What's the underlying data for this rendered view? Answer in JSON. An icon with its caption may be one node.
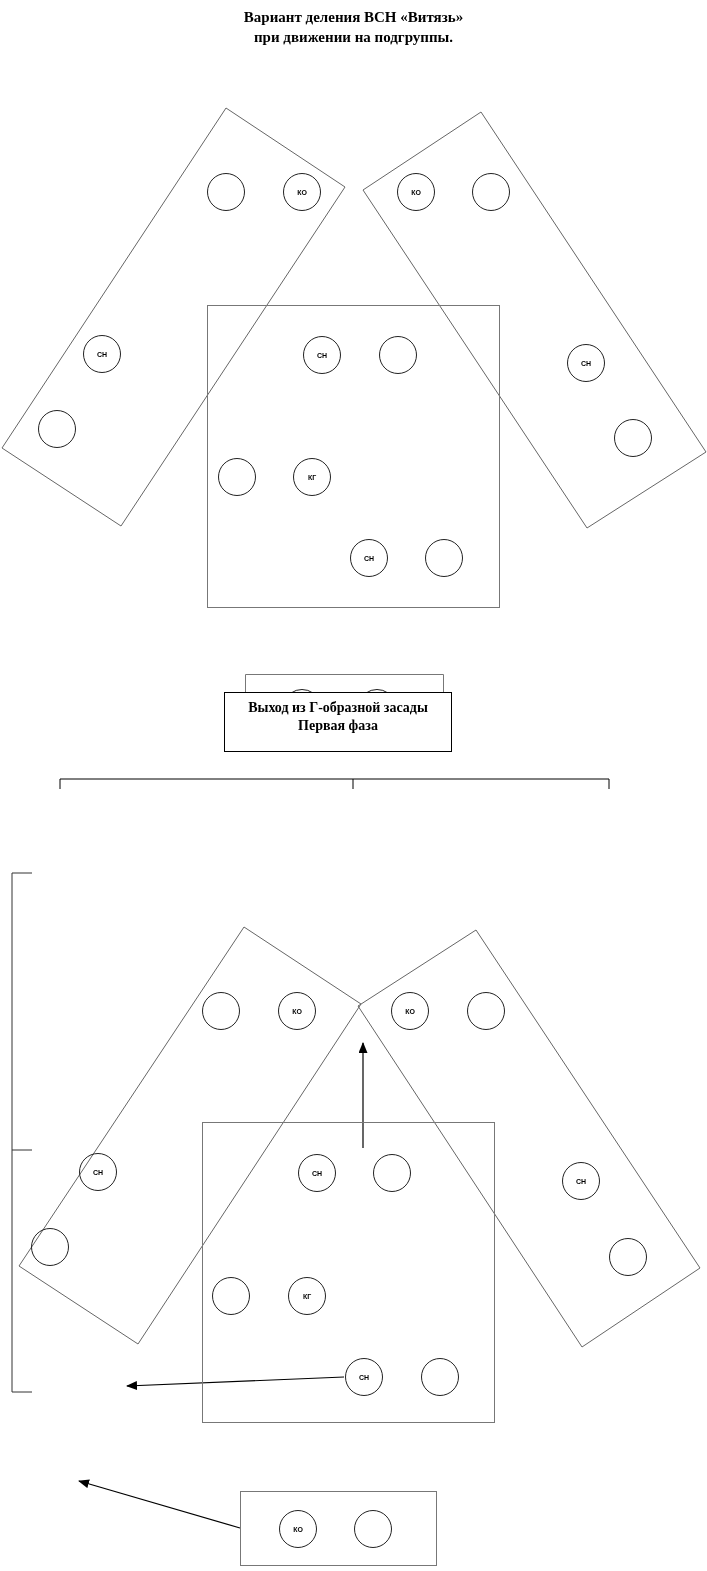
{
  "diagram": {
    "title": "Вариант деления ВСН «Витязь» при движении на подгруппы.",
    "nodes": [
      {
        "text": [],
        "shape": "box"
      },
      {
        "text": [],
        "shape": "circle",
        "in": 0
      },
      {
        "text": [
          "КО"
        ],
        "in": 0
      },
      {
        "text": [
          "СН"
        ],
        "in": 0
      },
      {
        "text": [],
        "shape": "circle",
        "in": 0
      },
      {
        "text": [],
        "shape": "box"
      },
      {
        "text": [
          "КО"
        ],
        "in": 5
      },
      {
        "text": [],
        "shape": "circle",
        "in": 5
      },
      {
        "text": [
          "СН"
        ],
        "in": 5
      },
      {
        "text": [],
        "shape": "circle",
        "in": 5
      },
      {
        "text": [],
        "shape": "box"
      },
      {
        "text": [
          "СН"
        ],
        "in": 10
      },
      {
        "text": [],
        "shape": "circle",
        "in": 10
      },
      {
        "text": [],
        "shape": "circle",
        "in": 10
      },
      {
        "text": [
          "КГ"
        ],
        "in": 10
      },
      {
        "text": [
          "СН"
        ],
        "in": 10
      },
      {
        "text": [],
        "shape": "circle",
        "in": 10
      },
      {
        "text": [],
        "shape": "box"
      },
      {
        "text": [
          "Выход из Г-образной засады",
          "Первая фаза"
        ]
      },
      {
        "text": [],
        "shape": "box"
      },
      {
        "text": [],
        "shape": "circle",
        "in": 19
      },
      {
        "text": [
          "КО"
        ],
        "in": 19
      },
      {
        "text": [
          "СН"
        ],
        "in": 19
      },
      {
        "text": [],
        "shape": "circle",
        "in": 19
      },
      {
        "text": [],
        "shape": "box"
      },
      {
        "text": [
          "КО"
        ],
        "in": 24
      },
      {
        "text": [],
        "shape": "circle",
        "in": 24
      },
      {
        "text": [
          "СН"
        ],
        "in": 24
      },
      {
        "text": [],
        "shape": "circle",
        "in": 24
      },
      {
        "text": [],
        "shape": "box"
      },
      {
        "text": [
          "СН"
        ],
        "in": 29
      },
      {
        "text": [],
        "shape": "circle",
        "in": 29
      },
      {
        "text": [],
        "shape": "circle",
        "in": 29
      },
      {
        "text": [
          "КГ"
        ],
        "in": 29
      },
      {
        "text": [
          "СН"
        ],
        "in": 29
      },
      {
        "text": [],
        "shape": "circle",
        "in": 29
      },
      {
        "text": [],
        "shape": "box"
      },
      {
        "text": [
          "КО"
        ],
        "in": 36
      },
      {
        "text": [],
        "shape": "circle",
        "in": 36
      }
    ],
    "edges": [
      {
        "from": 34,
        "to": null,
        "arrow": "to"
      },
      {
        "from": 36,
        "to": null,
        "arrow": "to"
      }
    ]
  }
}
